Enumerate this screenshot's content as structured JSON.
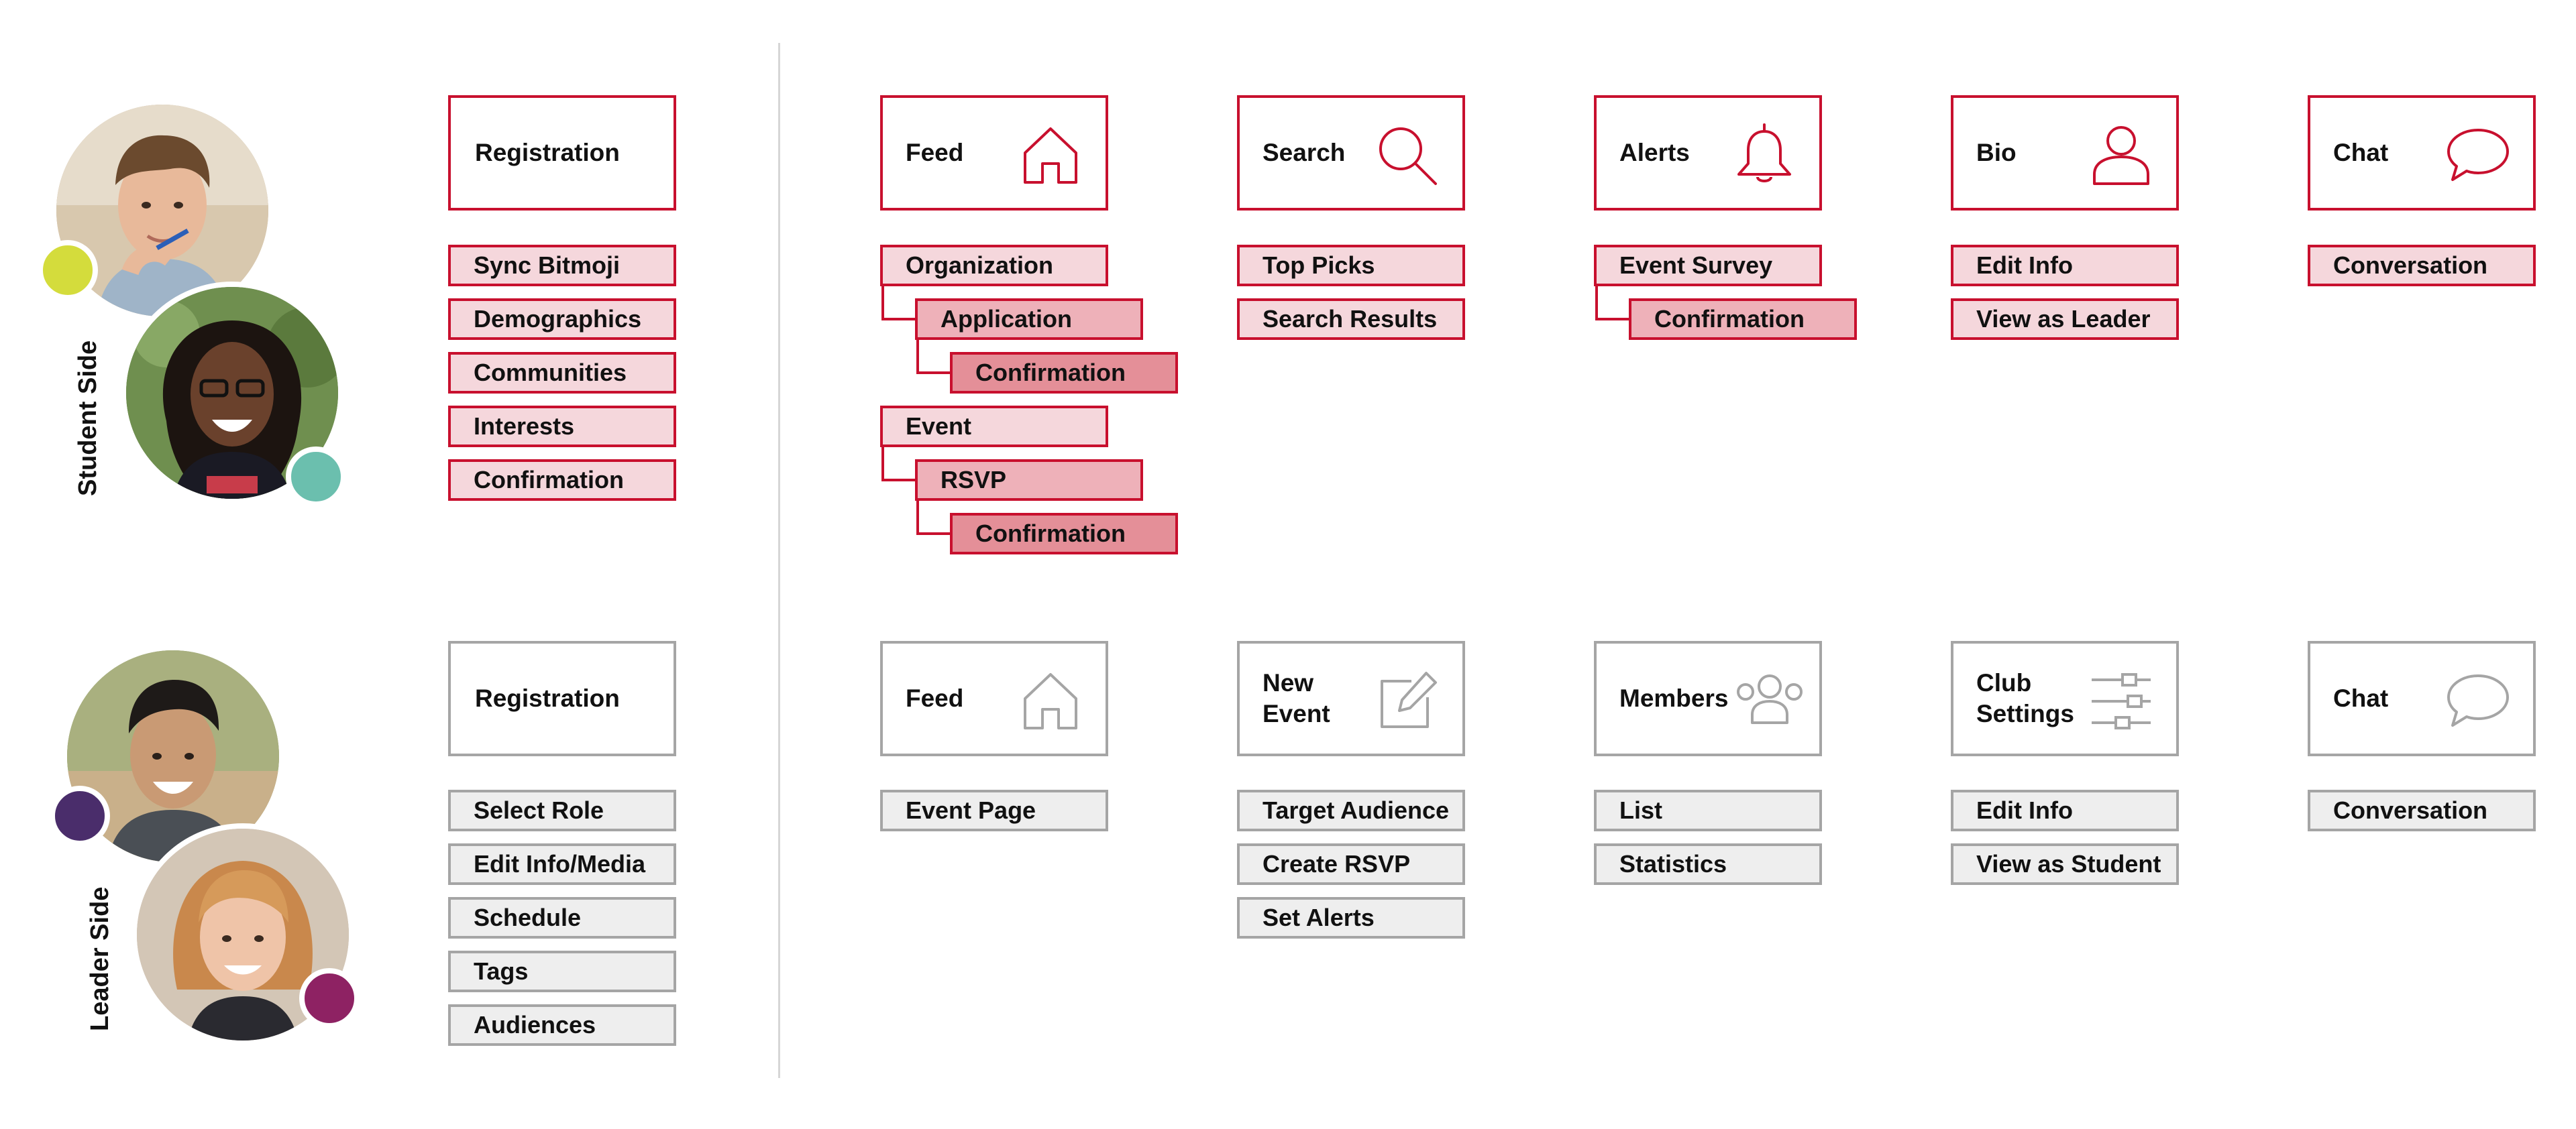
{
  "colors": {
    "red": "#c8102e",
    "gray": "#a5a5a5",
    "sub_light": "#f5d7dc",
    "sub_mid": "#eeb1b9",
    "sub_dark": "#e48f98",
    "gray_fill": "#eeeeee",
    "dot_lime": "#d4dc3c",
    "dot_teal": "#6bbfae",
    "dot_purple": "#4a2d6b",
    "dot_magenta": "#8e2263"
  },
  "student": {
    "side_label": "Student Side",
    "registration": {
      "title": "Registration",
      "items": [
        "Sync Bitmoji",
        "Demographics",
        "Communities",
        "Interests",
        "Confirmation"
      ]
    },
    "feed": {
      "title": "Feed",
      "icon": "home-icon",
      "organization": "Organization",
      "application": "Application",
      "org_confirmation": "Confirmation",
      "event": "Event",
      "rsvp": "RSVP",
      "event_confirmation": "Confirmation"
    },
    "search": {
      "title": "Search",
      "icon": "search-icon",
      "items": [
        "Top Picks",
        "Search Results"
      ]
    },
    "alerts": {
      "title": "Alerts",
      "icon": "bell-icon",
      "event_survey": "Event Survey",
      "confirmation": "Confirmation"
    },
    "bio": {
      "title": "Bio",
      "icon": "user-icon",
      "items": [
        "Edit Info",
        "View as Leader"
      ]
    },
    "chat": {
      "title": "Chat",
      "icon": "speech-bubble-icon",
      "items": [
        "Conversation"
      ]
    }
  },
  "leader": {
    "side_label": "Leader Side",
    "registration": {
      "title": "Registration",
      "items": [
        "Select Role",
        "Edit Info/Media",
        "Schedule",
        "Tags",
        "Audiences"
      ]
    },
    "feed": {
      "title": "Feed",
      "icon": "home-icon",
      "items": [
        "Event Page"
      ]
    },
    "new_event": {
      "title": "New\nEvent",
      "icon": "edit-icon",
      "items": [
        "Target Audience",
        "Create RSVP",
        "Set Alerts"
      ]
    },
    "members": {
      "title": "Members",
      "icon": "group-icon",
      "items": [
        "List",
        "Statistics"
      ]
    },
    "club_settings": {
      "title": "Club\nSettings",
      "icon": "sliders-icon",
      "items": [
        "Edit Info",
        "View as Student"
      ]
    },
    "chat": {
      "title": "Chat",
      "icon": "speech-bubble-icon",
      "items": [
        "Conversation"
      ]
    }
  }
}
